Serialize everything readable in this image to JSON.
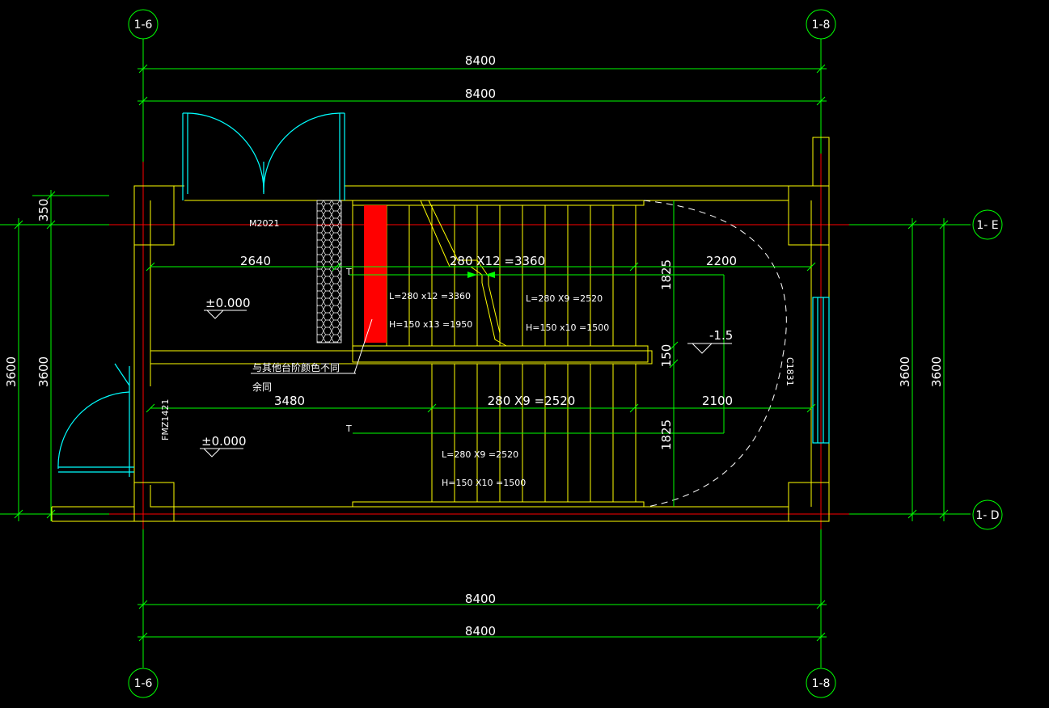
{
  "axes": {
    "left_top": "1-6",
    "right_top": "1-8",
    "left_bottom": "1-6",
    "right_bottom": "1-8",
    "row_e": "1- E",
    "row_d": "1- D"
  },
  "dims": {
    "top_overall": "8400",
    "top_inner": "8400",
    "bottom_inner": "8400",
    "bottom_overall": "8400",
    "left_350": "350",
    "left_outer": "3600",
    "left_inner": "3600",
    "right_inner": "3600",
    "right_outer": "3600",
    "upper_left": "2640",
    "upper_flight": "280 X12 =3360",
    "upper_right": "2200",
    "lower_left": "3480",
    "lower_flight": "280 X9 =2520",
    "lower_right": "2100",
    "vert_upper": "1825",
    "vert_mid": "150",
    "vert_lower": "1825"
  },
  "labels": {
    "door_m2021": "M2021",
    "door_fm": "FMZ1421",
    "window_c": "C1831",
    "level_upper": "±0.000",
    "level_lower": "±0.000",
    "level_landing": "-1.5",
    "flight1_L": "L=280 x12 =3360",
    "flight1_H": "H=150 x13 =1950",
    "flight2_L": "L=280 X9 =2520",
    "flight2_H": "H=150 x10 =1500",
    "flight3_L": "L=280 X9 =2520",
    "flight3_H": "H=150 X10 =1500",
    "note_line1": "与其他台阶颜色不同",
    "note_line2": "余同",
    "mark_up": "T",
    "mark_down": "T"
  },
  "colors": {
    "background": "#000000",
    "dimension": "#00ff00",
    "wall": "#ffff00",
    "door": "#00ffff",
    "axis": "#ff0000",
    "highlight": "#ff0000",
    "text": "#ffffff"
  }
}
